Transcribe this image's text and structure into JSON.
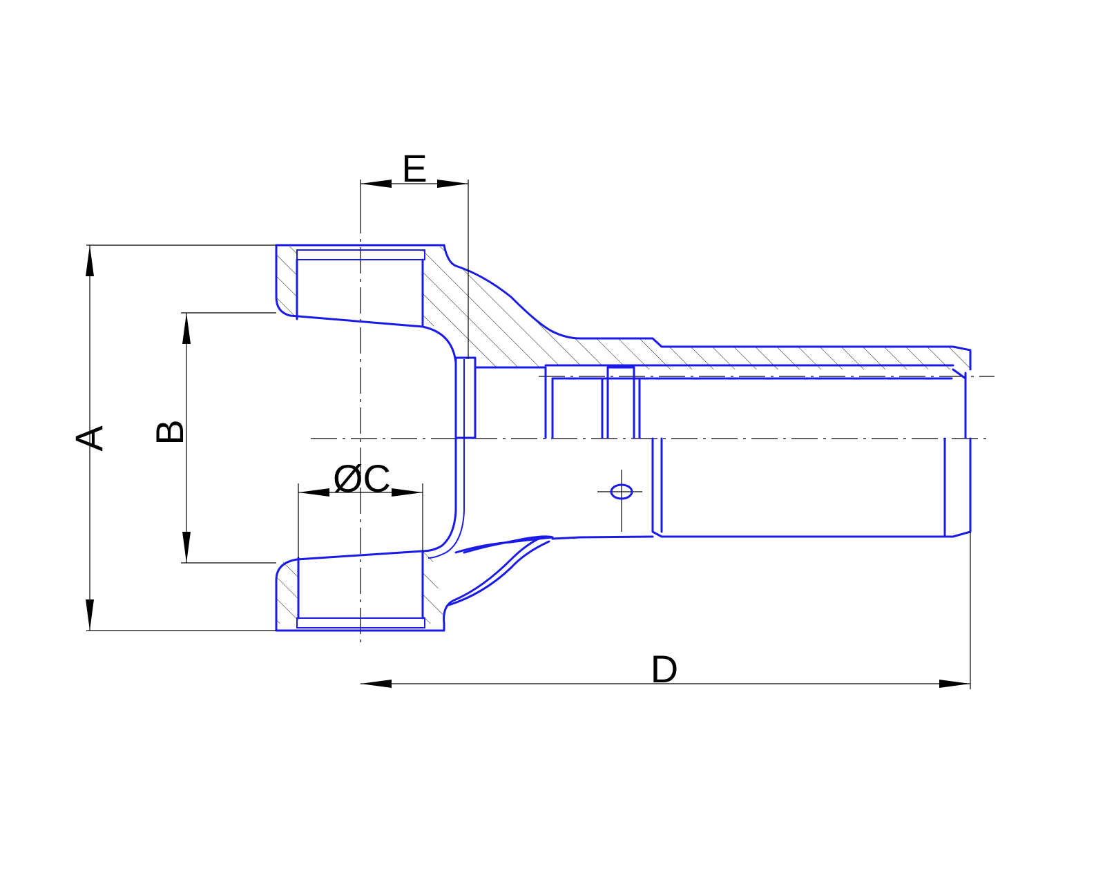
{
  "dimensions": {
    "A": "A",
    "B": "B",
    "C": "ØC",
    "D": "D",
    "E": "E"
  },
  "colors": {
    "outline": "#1a1ae6",
    "dimension": "#000000",
    "background": "#ffffff"
  }
}
